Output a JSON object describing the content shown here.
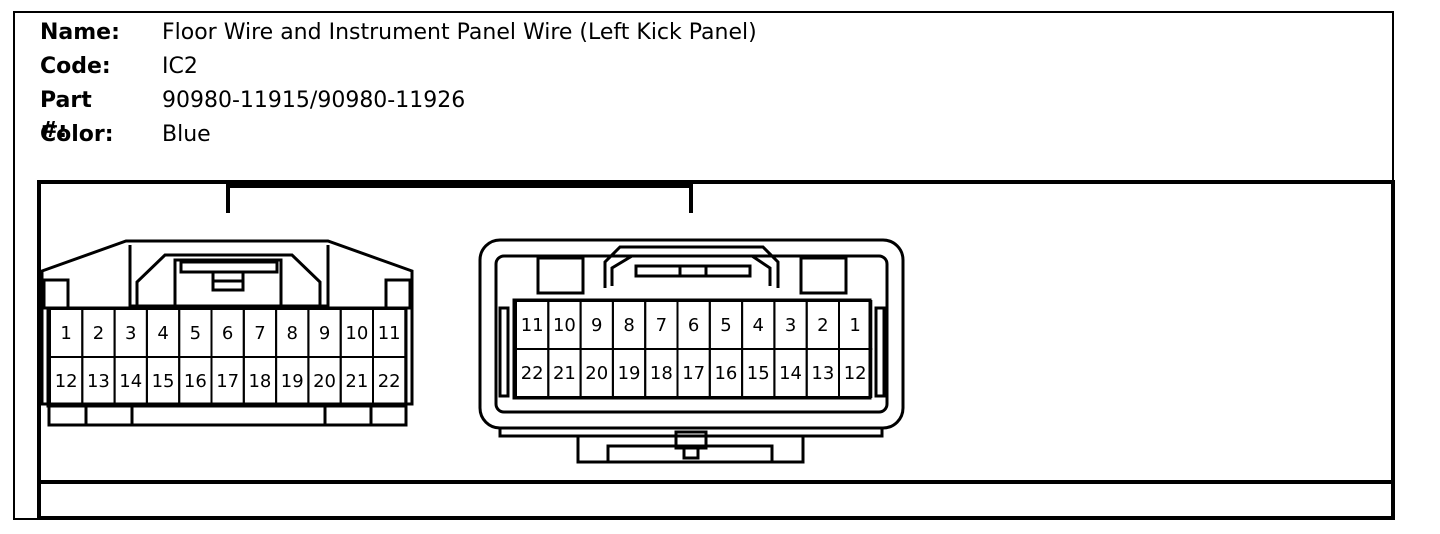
{
  "info": {
    "name_label": "Name:",
    "name_value": "Floor Wire and Instrument Panel Wire (Left Kick Panel)",
    "code_label": "Code:",
    "code_value": "IC2",
    "part_label": "Part #:",
    "part_value": "90980-11915/90980-11926",
    "color_label": "Color:",
    "color_value": "Blue"
  },
  "connectors": {
    "left": {
      "row1": [
        "1",
        "2",
        "3",
        "4",
        "5",
        "6",
        "7",
        "8",
        "9",
        "10",
        "11"
      ],
      "row2": [
        "12",
        "13",
        "14",
        "15",
        "16",
        "17",
        "18",
        "19",
        "20",
        "21",
        "22"
      ]
    },
    "right": {
      "row1": [
        "11",
        "10",
        "9",
        "8",
        "7",
        "6",
        "5",
        "4",
        "3",
        "2",
        "1"
      ],
      "row2": [
        "22",
        "21",
        "20",
        "19",
        "18",
        "17",
        "16",
        "15",
        "14",
        "13",
        "12"
      ]
    }
  }
}
